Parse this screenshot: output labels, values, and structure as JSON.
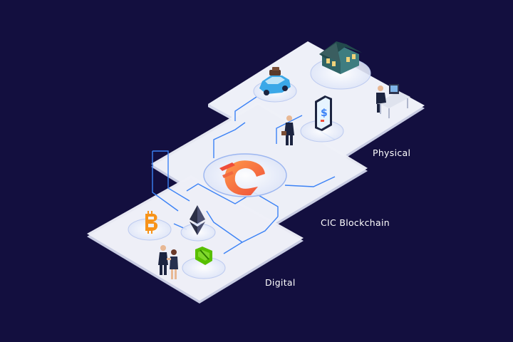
{
  "labels": {
    "physical": "Physical",
    "blockchain": "CIC Blockchain",
    "digital": "Digital"
  },
  "layers": [
    {
      "name": "physical",
      "icons": [
        "car-icon",
        "house-icon",
        "phone-dollar-icon",
        "businessman-icon",
        "office-worker-icon"
      ]
    },
    {
      "name": "blockchain",
      "icons": [
        "cic-logo-icon"
      ]
    },
    {
      "name": "digital",
      "icons": [
        "bitcoin-icon",
        "ethereum-icon",
        "neo-icon",
        "handshake-people-icon"
      ]
    }
  ],
  "colors": {
    "background": "#130f3f",
    "platform_top": "#eef0f8",
    "platform_side": "#c9cde3",
    "connector": "#3b82f6",
    "cic_orange": "#f26a3f",
    "bitcoin": "#f7931a",
    "neo": "#58bf00",
    "car": "#3ba8e8",
    "house": "#3e7d80"
  }
}
